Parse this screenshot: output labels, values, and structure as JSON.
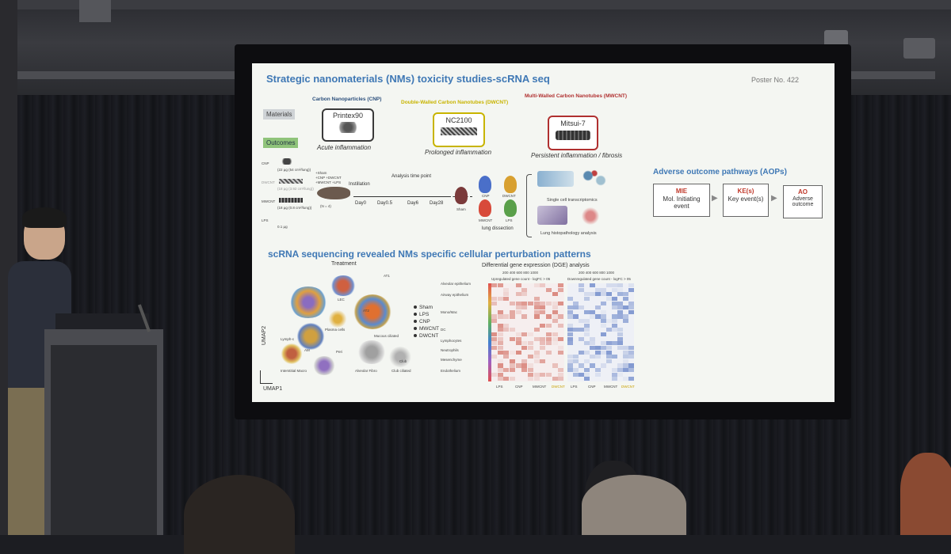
{
  "slide": {
    "title": "Strategic nanomaterials (NMs) toxicity studies-scRNA seq",
    "poster_no": "Poster No. 422",
    "row_labels": {
      "materials": "Materials",
      "outcomes": "Outcomes"
    },
    "materials": [
      {
        "header": "Carbon Nanoparticles (CNP)",
        "name": "Printex90",
        "outcome": "Acute inflammation",
        "header_color": "#2c4f7c",
        "box_color": "#3a3a3a"
      },
      {
        "header": "Double-Walled Carbon Nanotubes (DWCNT)",
        "name": "NC2100",
        "outcome": "Prolonged inflammation",
        "header_color": "#c8b400",
        "box_color": "#c8b400"
      },
      {
        "header": "Multi-Walled Carbon Nanotubes (MWCNT)",
        "name": "Mitsui-7",
        "outcome": "Persistent inflammation / fibrosis",
        "header_color": "#b03030",
        "box_color": "#b03030"
      }
    ],
    "dose_labels": {
      "cnp": "CNP",
      "cnp_dose": "(22 µg (54 cm²/lung))",
      "dwcnt": "DWCNT",
      "dwcnt_dose": "(18 µg (3.92 cm²/lung))",
      "mwcnt": "MWCNT",
      "mwcnt_dose": "(18 µg (0.8 cm²/lung))",
      "lps": "LPS",
      "lps_dose": "0.1 µg"
    },
    "exposure": {
      "groups": "+Sham\n+CNP +DWCNT\n+MWCNT +LPS",
      "n": "(N = 4)",
      "instillation": "Instillation",
      "analysis": "Analysis time point",
      "timepoints": [
        "Day0",
        "Day0.5",
        "Day6",
        "Day28"
      ]
    },
    "lungs": {
      "sham": "Sham",
      "lps": "LPS",
      "cnp": "CNP",
      "mwcnt": "MWCNT",
      "dwcnt": "DWCNT",
      "dissection": "lung dissection"
    },
    "analyses": {
      "transcriptomics": "Single cell transcriptomics",
      "histopath": "Lung histopathology analysis"
    },
    "aop": {
      "title": "Adverse outcome pathways (AOPs)",
      "mie_head": "MIE",
      "mie_text": "Mol. Initiating event",
      "ke_head": "KE(s)",
      "ke_text": "Key event(s)",
      "ao_head": "AO",
      "ao_text": "Adverse outcome"
    },
    "section2_title": "scRNA sequencing revealed NMs specific cellular perturbation patterns",
    "umap": {
      "title": "Treatment",
      "xlabel": "UMAP1",
      "ylabel": "UMAP2",
      "legend": [
        "Sham",
        "LPS",
        "CNP",
        "MWCNT",
        "DWCNT"
      ],
      "clusters": [
        "AT1",
        "AT2",
        "LEC",
        "Plasma cells",
        "Mucous ciliated",
        "Club ciliated",
        "Lymph-c",
        "Alveolar Fibro",
        "Interstitial Macro",
        "Club",
        "AM",
        "Peri"
      ]
    },
    "dge": {
      "title": "Differential gene expression (DGE) analysis",
      "up_label": "Upregulated gene count - logFC > 05",
      "down_label": "Downregulated gene count - logFC > 05",
      "scale": "200 400 600 800 1000",
      "groups": [
        "Alveolar epithelium",
        "Airway epithelium",
        "Mono/Mac",
        "DC",
        "Lymphocytes",
        "Neutrophils",
        "Mesenchyme",
        "Endothelium"
      ],
      "columns": [
        "LPS",
        "CNP",
        "MWCNT",
        "DWCNT"
      ],
      "up_color": "#c94a3a",
      "down_color": "#3a5fb8"
    }
  },
  "colors": {
    "slide_bg": "#f4f6f2",
    "title_blue": "#3f78b5",
    "outcome_green": "#8fc37a",
    "materials_grey": "#cfd3d6"
  }
}
